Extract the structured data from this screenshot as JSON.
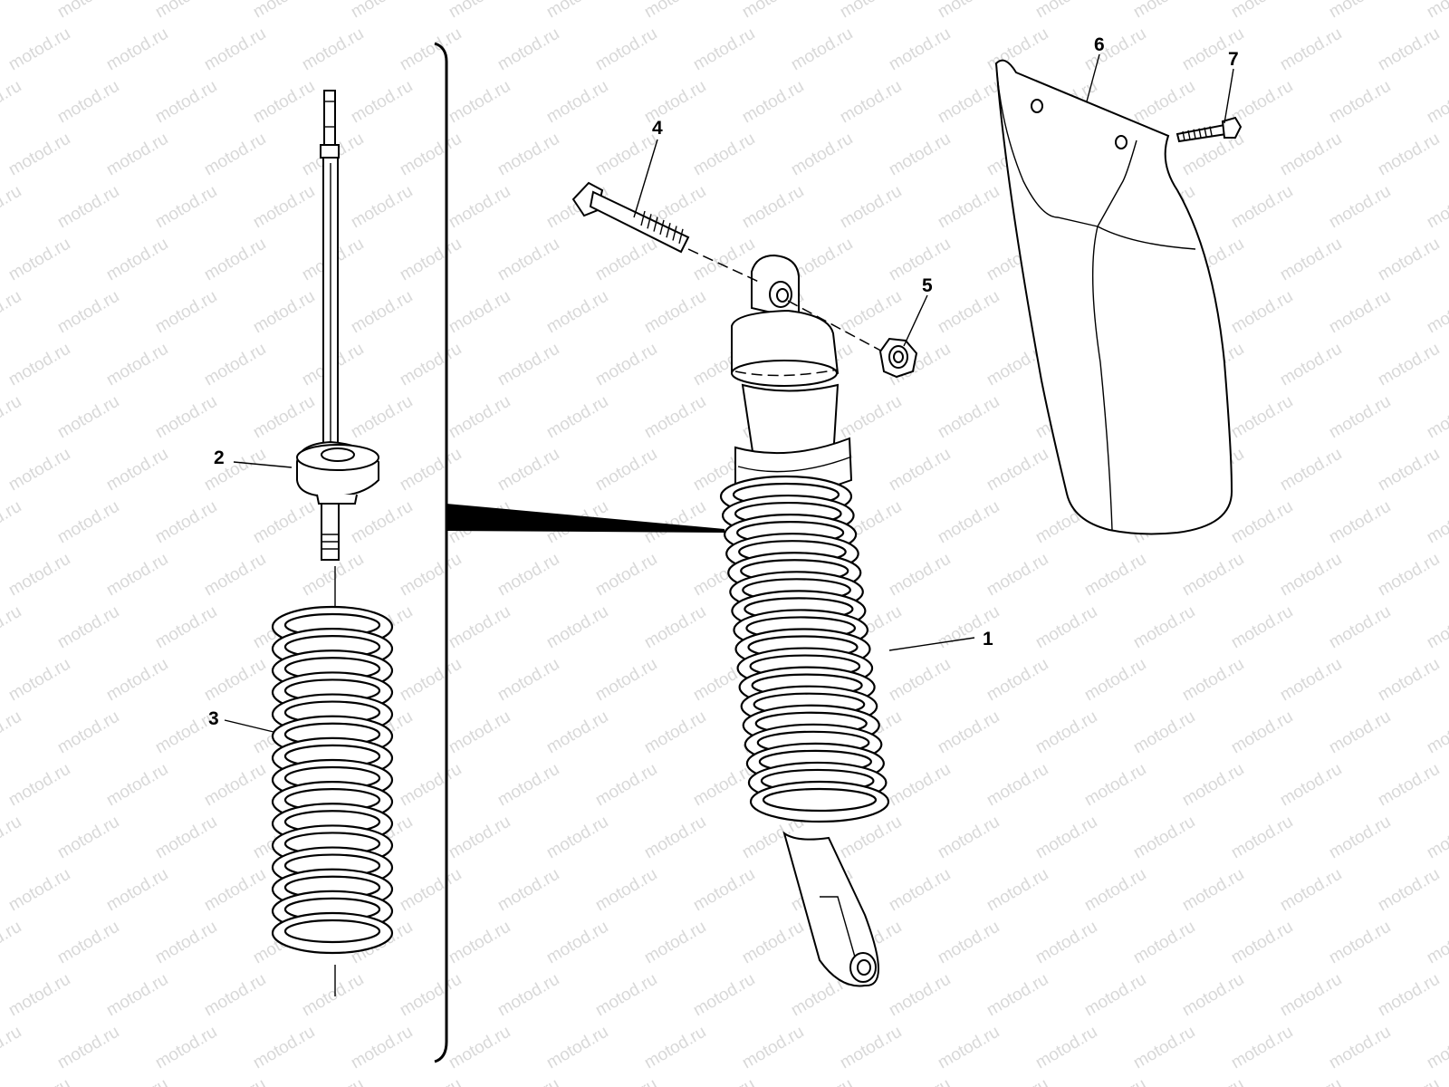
{
  "watermark": {
    "text": "motod.ru",
    "color": "#b9b9b9"
  },
  "callouts": [
    {
      "id": "callout-1",
      "label": "1"
    },
    {
      "id": "callout-2",
      "label": "2"
    },
    {
      "id": "callout-3",
      "label": "3"
    },
    {
      "id": "callout-4",
      "label": "4"
    },
    {
      "id": "callout-5",
      "label": "5"
    },
    {
      "id": "callout-6",
      "label": "6"
    },
    {
      "id": "callout-7",
      "label": "7"
    }
  ],
  "colors": {
    "line": "#000000",
    "background": "#ffffff"
  }
}
